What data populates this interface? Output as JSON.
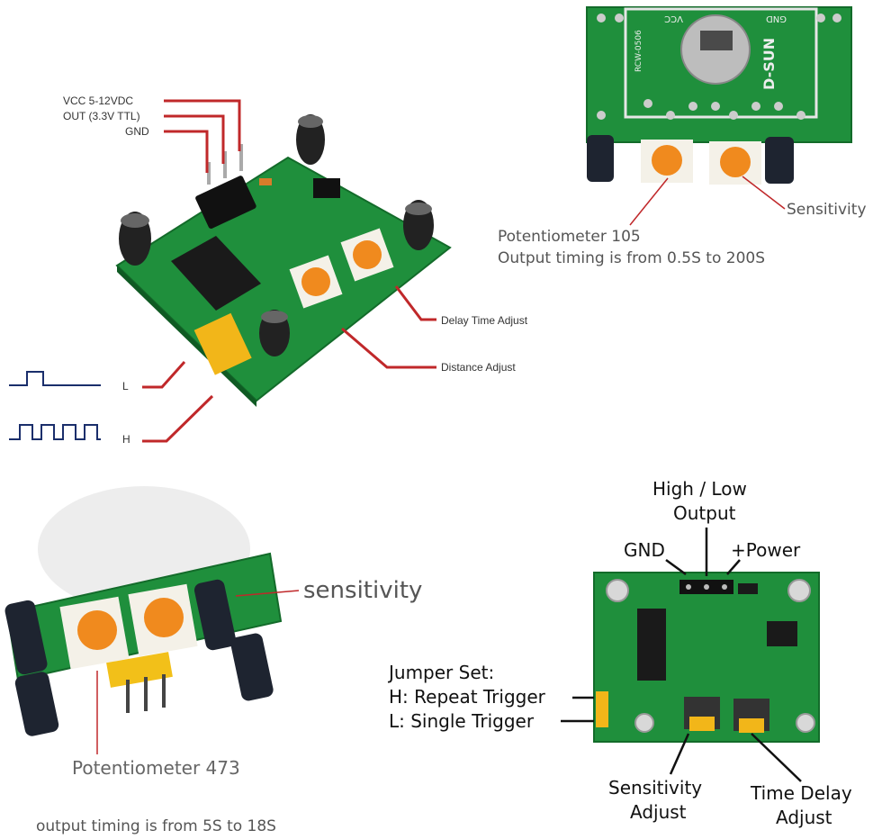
{
  "top_left": {
    "pins": [
      "VCC 5-12VDC",
      "OUT (3.3V TTL)",
      "GND"
    ],
    "delay_label": "Delay Time Adjust",
    "distance_label": "Distance Adjust",
    "low_label": "L",
    "high_label": "H"
  },
  "top_right": {
    "silk_vcc": "VCC",
    "silk_gnd": "GND",
    "brand": "D-SUN",
    "model": "RCW-0506",
    "sensitivity_label": "Sensitivity",
    "pot_label": "Potentiometer 105",
    "timing_label": "Output timing is from 0.5S to 200S"
  },
  "bottom_left": {
    "sensitivity_label": "sensitivity",
    "pot_label": "Potentiometer 473",
    "timing_label": "output timing is from 5S to 18S"
  },
  "bottom_right": {
    "output_label_1": "High / Low",
    "output_label_2": "Output",
    "gnd_label": "GND",
    "power_label": "+Power",
    "jumper_title": "Jumper Set:",
    "jumper_h": "H: Repeat Trigger",
    "jumper_l": "L: Single Trigger",
    "sens_adjust_1": "Sensitivity",
    "sens_adjust_2": "Adjust",
    "time_adjust_1": "Time Delay",
    "time_adjust_2": "Adjust"
  },
  "colors": {
    "pcb": "#1f8f3c",
    "pcb_dark": "#136b2a",
    "leader_red": "#c0282a",
    "pot_orange": "#f08a1e",
    "jumper_yellow": "#f2b619"
  }
}
